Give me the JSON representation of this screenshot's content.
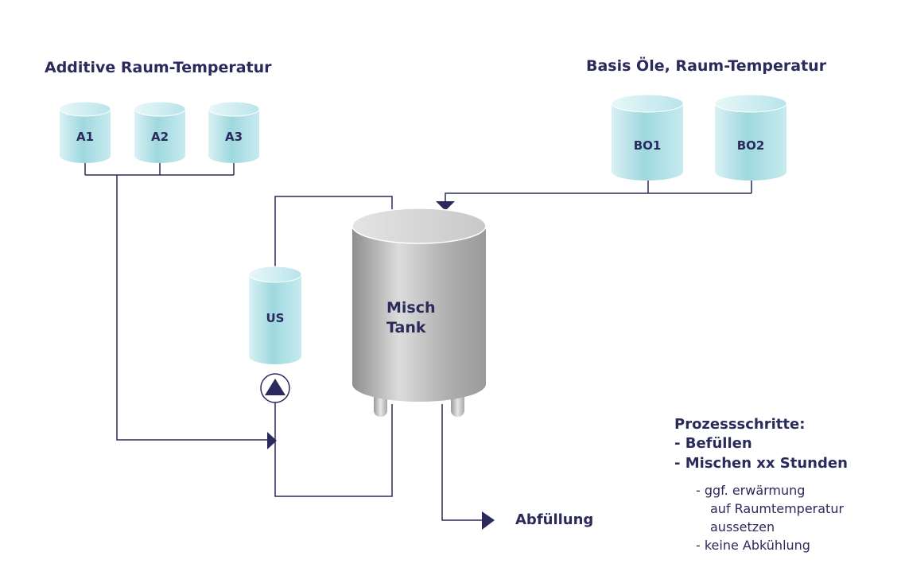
{
  "headings": {
    "additives": "Additive Raum-Temperatur",
    "base_oils": "Basis Öle, Raum-Temperatur"
  },
  "tanks": {
    "a1": "A1",
    "a2": "A2",
    "a3": "A3",
    "bo1": "BO1",
    "bo2": "BO2",
    "us": "US",
    "mix_line1": "Misch",
    "mix_line2": "Tank"
  },
  "outputs": {
    "filling": "Abfüllung"
  },
  "process": {
    "title": "Prozessschritte:",
    "step1": "-  Befüllen",
    "step2": "-  Mischen xx Stunden",
    "sub1_line1": "-  ggf. erwärmung",
    "sub1_line2": "auf Raumtemperatur",
    "sub1_line3": "aussetzen",
    "sub2": "-  keine Abkühlung"
  },
  "colors": {
    "line": "#2b2a5c",
    "tank_cyan": "#aee0e6",
    "tank_steel": "#b9b9b9"
  }
}
